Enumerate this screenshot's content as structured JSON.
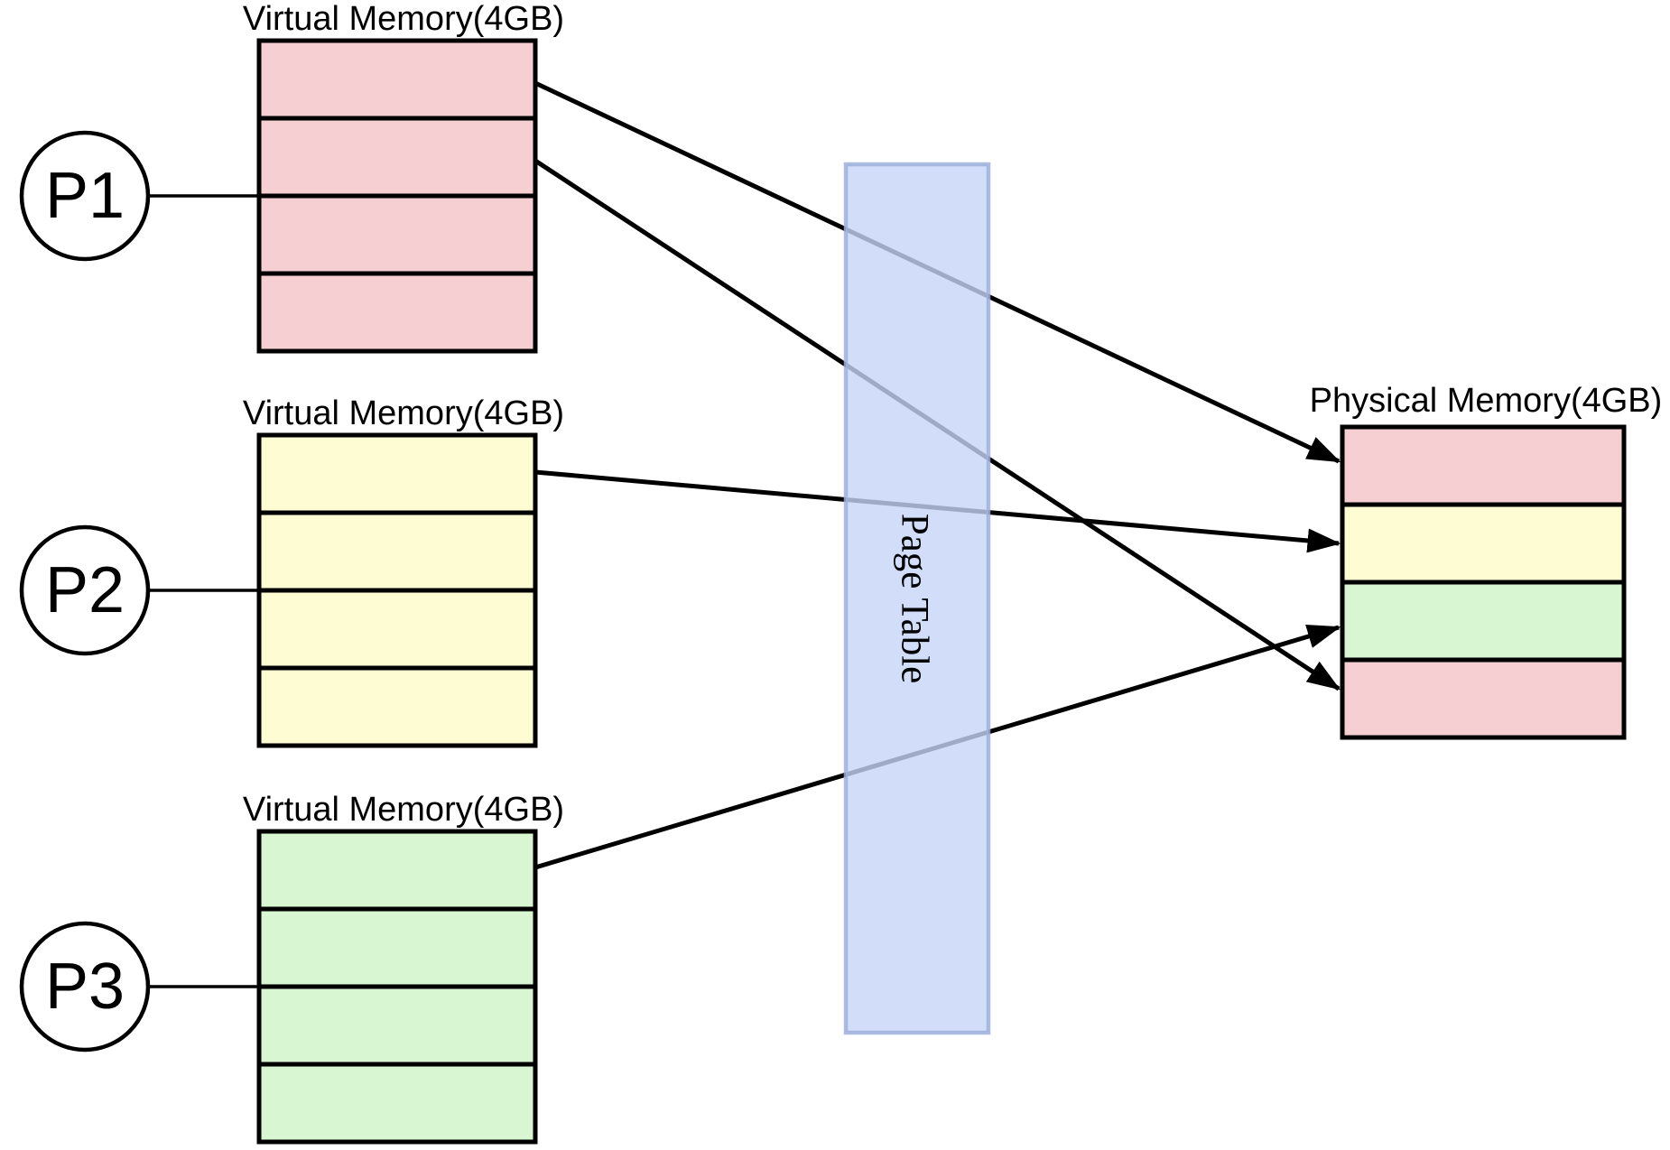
{
  "processes": [
    {
      "id": "p1",
      "label": "P1",
      "memory_title": "Virtual Memory(4GB)",
      "color_key": "pink"
    },
    {
      "id": "p2",
      "label": "P2",
      "memory_title": "Virtual Memory(4GB)",
      "color_key": "yellow"
    },
    {
      "id": "p3",
      "label": "P3",
      "memory_title": "Virtual Memory(4GB)",
      "color_key": "green"
    }
  ],
  "page_table": {
    "label": "Page Table"
  },
  "physical_memory": {
    "title": "Physical Memory(4GB)",
    "frame_colors": [
      "pink",
      "yellow",
      "green",
      "pink"
    ]
  },
  "mappings": [
    {
      "from": "P1 virtual page 1",
      "to": "physical frame 1"
    },
    {
      "from": "P1 virtual page 2",
      "to": "physical frame 4"
    },
    {
      "from": "P2 virtual page 1",
      "to": "physical frame 2"
    },
    {
      "from": "P3 virtual page 1",
      "to": "physical frame 3"
    }
  ],
  "colors": {
    "pink": "#f5cfd2",
    "yellow": "#fdfcd3",
    "green": "#d9f6d2",
    "page_table_fill": "#c7d5f8",
    "page_table_border": "#9fb0da",
    "line": "#000000"
  }
}
